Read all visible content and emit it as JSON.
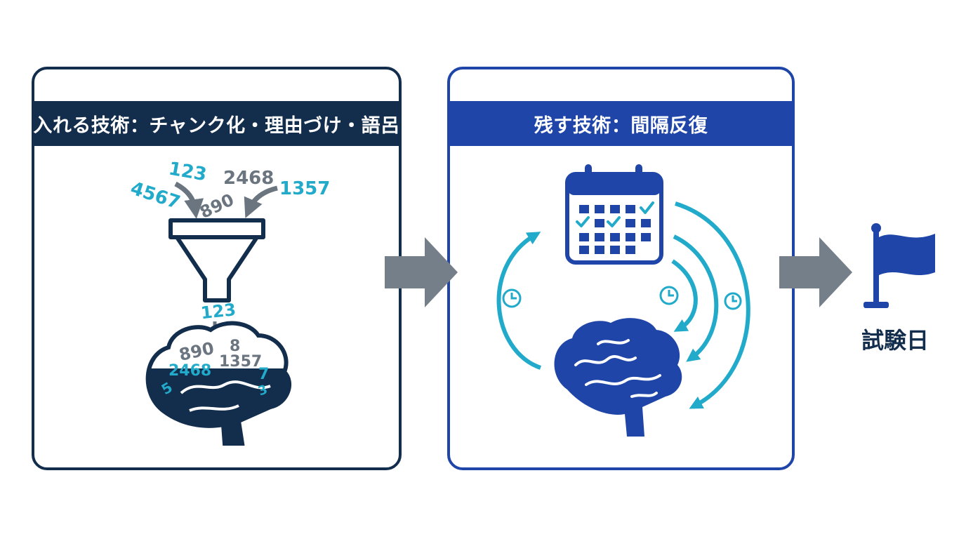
{
  "left_panel": {
    "title": "入れる技術：チャンク化・理由づけ・語呂",
    "incoming_numbers": [
      "123",
      "4567",
      "890",
      "2468",
      "1357"
    ],
    "funnel_output": "123",
    "brain_numbers": [
      "890",
      "8",
      "2468",
      "1357",
      "5",
      "7",
      "3"
    ]
  },
  "right_panel": {
    "title": "残す技術：間隔反復"
  },
  "goal": {
    "label": "試験日"
  },
  "colors": {
    "navy": "#132e4d",
    "blue": "#1f45a8",
    "teal": "#21aac9",
    "gray": "#6b7580",
    "arrow_gray": "#757f89"
  }
}
